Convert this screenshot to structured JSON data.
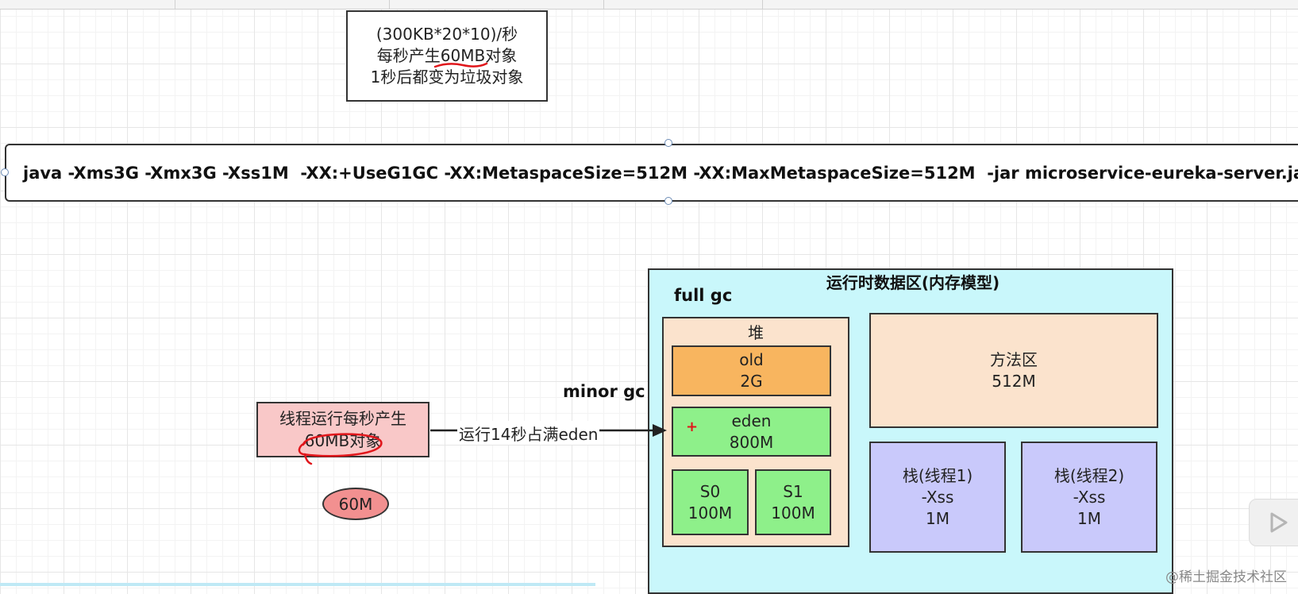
{
  "calc_note": {
    "line1": "(300KB*20*10)/秒",
    "line2_pre": "每秒产生",
    "line2_highlight": "60MB",
    "line2_post": "对象",
    "line3": "1秒后都变为垃圾对象"
  },
  "jvm_command": "java -Xms3G -Xmx3G -Xss1M  -XX:+UseG1GC -XX:MetaspaceSize=512M -XX:MaxMetaspaceSize=512M  -jar microservice-eureka-server.jar",
  "runtime_area": {
    "title": "运行时数据区(内存模型)",
    "full_gc_label": "full gc",
    "minor_gc_label": "minor gc",
    "heap": {
      "title": "堆",
      "old": {
        "name": "old",
        "size": "2G"
      },
      "eden": {
        "name": "eden",
        "size": "800M",
        "marker": "+"
      },
      "s0": {
        "name": "S0",
        "size": "100M"
      },
      "s1": {
        "name": "S1",
        "size": "100M"
      }
    },
    "method_area": {
      "name": "方法区",
      "size": "512M"
    },
    "stacks": [
      {
        "name": "栈(线程1)",
        "param": "-Xss",
        "size": "1M"
      },
      {
        "name": "栈(线程2)",
        "param": "-Xss",
        "size": "1M"
      }
    ]
  },
  "thread_box": {
    "line1": "线程运行每秒产生",
    "line2": "60MB对象"
  },
  "edge_label": "运行14秒占满eden",
  "ellipse_label": "60M",
  "watermark": "@稀土掘金技术社区",
  "colors": {
    "runtime_bg": "#c9f7fb",
    "heap_bg": "#fbe3cd",
    "old_bg": "#f8b55f",
    "young_bg": "#8ef08a",
    "stack_bg": "#c9c9fb",
    "thread_bg": "#f9c8c8",
    "ellipse_bg": "#f29090",
    "annotation_red": "#e0161b"
  }
}
